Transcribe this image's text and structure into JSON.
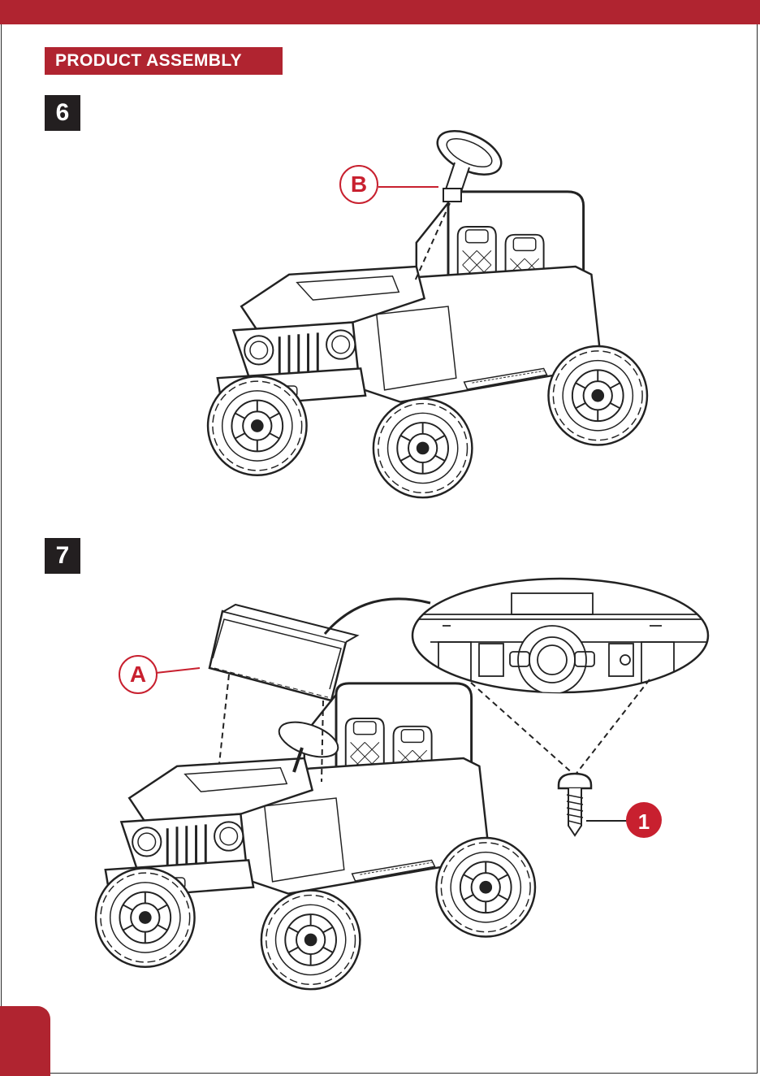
{
  "header": {
    "section_title": "PRODUCT ASSEMBLY"
  },
  "steps": [
    {
      "number": "6",
      "callouts": [
        "B"
      ]
    },
    {
      "number": "7",
      "callouts": [
        "A",
        "1"
      ]
    }
  ],
  "colors": {
    "brand_red": "#b02430",
    "callout_red": "#c8202f",
    "step_box": "#231f20"
  },
  "icons": [
    "ride-on-jeep-illustration",
    "steering-wheel-illustration",
    "windshield-panel-illustration",
    "screw-illustration",
    "dashboard-detail-illustration"
  ]
}
